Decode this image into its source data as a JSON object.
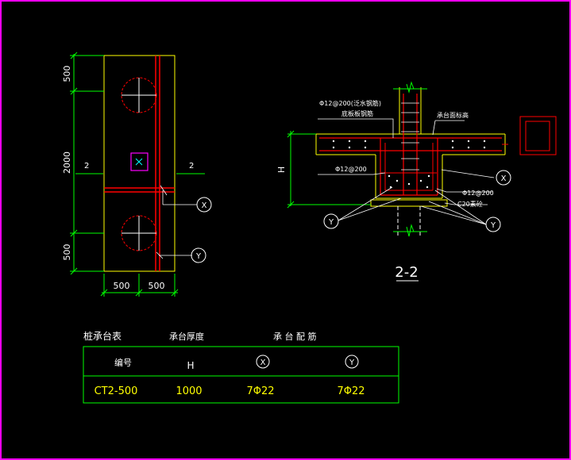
{
  "plan": {
    "dim_top": "500",
    "dim_mid": "2000",
    "dim_bot": "500",
    "dim_left_w": "500",
    "dim_right_w": "500",
    "section_mark_left": "2",
    "section_mark_right": "2",
    "axis_x": "X",
    "axis_y": "Y"
  },
  "section": {
    "label_top_bar": "Φ12@200(泛水钢筋)",
    "label_top_bar2": "底板板钢筋",
    "label_right_top": "承台面标高",
    "label_mid_bar": "Φ12@200",
    "label_right_mid": "Φ12@200",
    "label_right_bot": "C20素砼",
    "dim_h": "H",
    "axis_x": "X",
    "axis_y_left": "Y",
    "axis_y_right": "Y",
    "title": "2-2"
  },
  "table": {
    "title": "桩承台表",
    "col_thickness_header": "承台厚度",
    "col_rebar_header": "承 台 配 筋",
    "header_id": "编号",
    "header_h": "H",
    "header_x": "X",
    "header_y": "Y",
    "row_id": "CT2-500",
    "row_h": "1000",
    "row_x": "7Φ22",
    "row_y": "7Φ22"
  },
  "colors": {
    "background": "#000000",
    "border": "#ff00ff",
    "green": "#00ff00",
    "yellow": "#ffff00",
    "red": "#ff0000",
    "white": "#ffffff",
    "cyan": "#00ffff"
  }
}
